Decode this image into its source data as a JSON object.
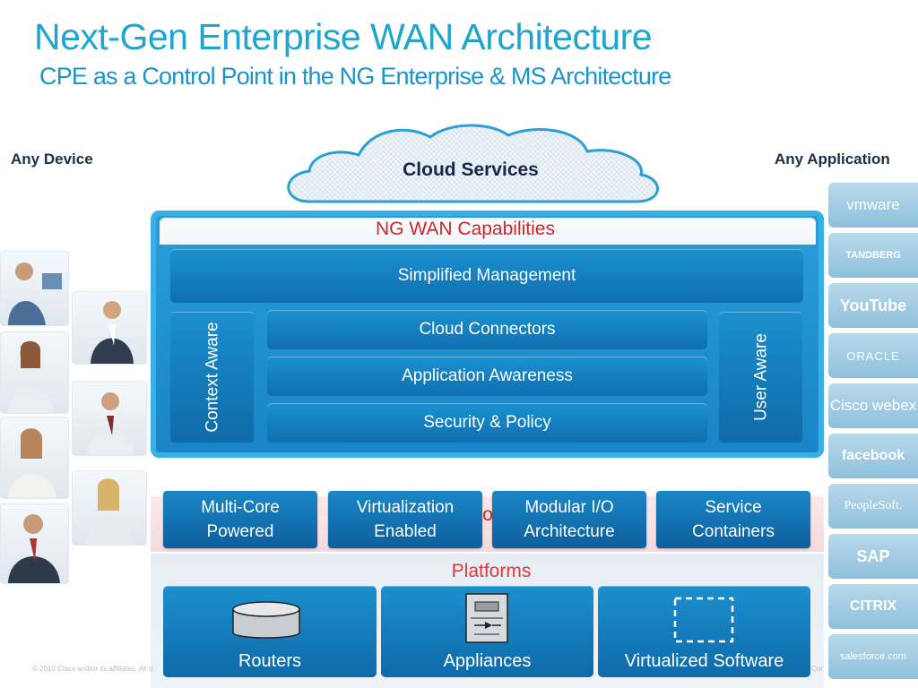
{
  "header": {
    "title": "Next-Gen Enterprise WAN Architecture",
    "subtitle": "CPE as a Control Point in the NG Enterprise & MS Architecture"
  },
  "side_labels": {
    "left": "Any Device",
    "right": "Any Application"
  },
  "cloud": {
    "label": "Cloud Services"
  },
  "ng_wan": {
    "title": "NG WAN Capabilities",
    "top_bar": "Simplified Management",
    "left_vertical": "Context Aware",
    "right_vertical": "User Aware",
    "center_bars": [
      "Cloud Connectors",
      "Application Awareness",
      "Security & Policy"
    ]
  },
  "technologies": {
    "band_label": "Technologies",
    "items": [
      "Multi-Core Powered",
      "Virtualization Enabled",
      "Modular I/O Architecture",
      "Service Containers"
    ]
  },
  "platforms": {
    "title": "Platforms",
    "items": [
      "Routers",
      "Appliances",
      "Virtualized Software"
    ]
  },
  "applications": {
    "logos": [
      "vmware",
      "TANDBERG",
      "YouTube",
      "ORACLE",
      "Cisco webex",
      "facebook",
      "PeopleSoft.",
      "SAP",
      "CITRIX",
      "salesforce.com"
    ]
  },
  "footer": {
    "copyright": "© 2010 Cisco and/or its affiliates. All ri",
    "right_fragment": "Cor"
  },
  "colors": {
    "title": "#1fa6cf",
    "subtitle": "#1a94cc",
    "panel_blue": "#1784c6",
    "box_blue": "#0f6fb0",
    "accent_red": "#d0252b"
  }
}
